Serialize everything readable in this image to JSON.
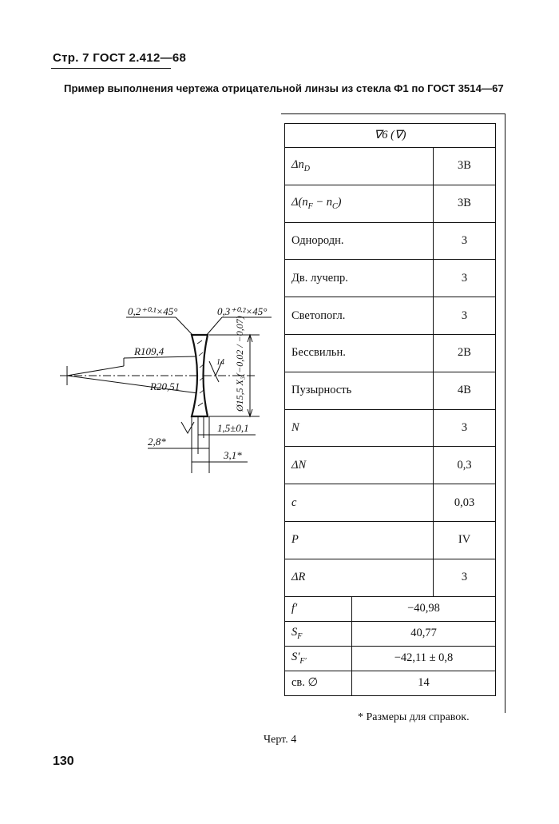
{
  "header": "Стр. 7 ГОСТ 2.412—68",
  "caption": "Пример выполнения чертежа отрицательной линзы из стекла Ф1 по ГОСТ 3514—67",
  "drawing": {
    "chamfer_left": "0,2⁺⁰·¹×45°",
    "chamfer_right": "0,3⁺⁰·²×45°",
    "radius_1": "R109,4",
    "radius_2": "R20,51",
    "diameter": "Ø15,5 X₃(−0,02 / −0,07)",
    "roughness": "14",
    "thickness_center": "1,5±0,1",
    "dim_left": "2,8*",
    "dim_right": "3,1*"
  },
  "table": {
    "header": "∇6 (∇)",
    "rows": [
      {
        "label": "Δn",
        "sub": "D",
        "value": "3В"
      },
      {
        "label": "Δ(n",
        "sub": "F",
        "mid": " − n",
        "sub2": "C",
        "end": ")",
        "value": "3В"
      },
      {
        "label": "Однородн.",
        "value": "3"
      },
      {
        "label": "Дв. лучепр.",
        "value": "3"
      },
      {
        "label": "Светопогл.",
        "value": "3"
      },
      {
        "label": "Бессвильн.",
        "value": "2В"
      },
      {
        "label": "Пузырность",
        "value": "4В"
      },
      {
        "label": "N",
        "value": "3"
      },
      {
        "label": "ΔN",
        "value": "0,3"
      },
      {
        "label": "c",
        "value": "0,03"
      },
      {
        "label": "P",
        "value": "IV"
      },
      {
        "label": "ΔR",
        "value": "3"
      }
    ],
    "optics": [
      {
        "label": "f′",
        "value": "−40,98"
      },
      {
        "label": "S",
        "sub": "F",
        "value": "40,77"
      },
      {
        "label": "S′",
        "sub": "F′",
        "value": "−42,11 ± 0,8"
      },
      {
        "label": "св. ∅",
        "value": "14"
      }
    ]
  },
  "footnote": "* Размеры для справок.",
  "figure_label": "Черт. 4",
  "page_number": "130"
}
